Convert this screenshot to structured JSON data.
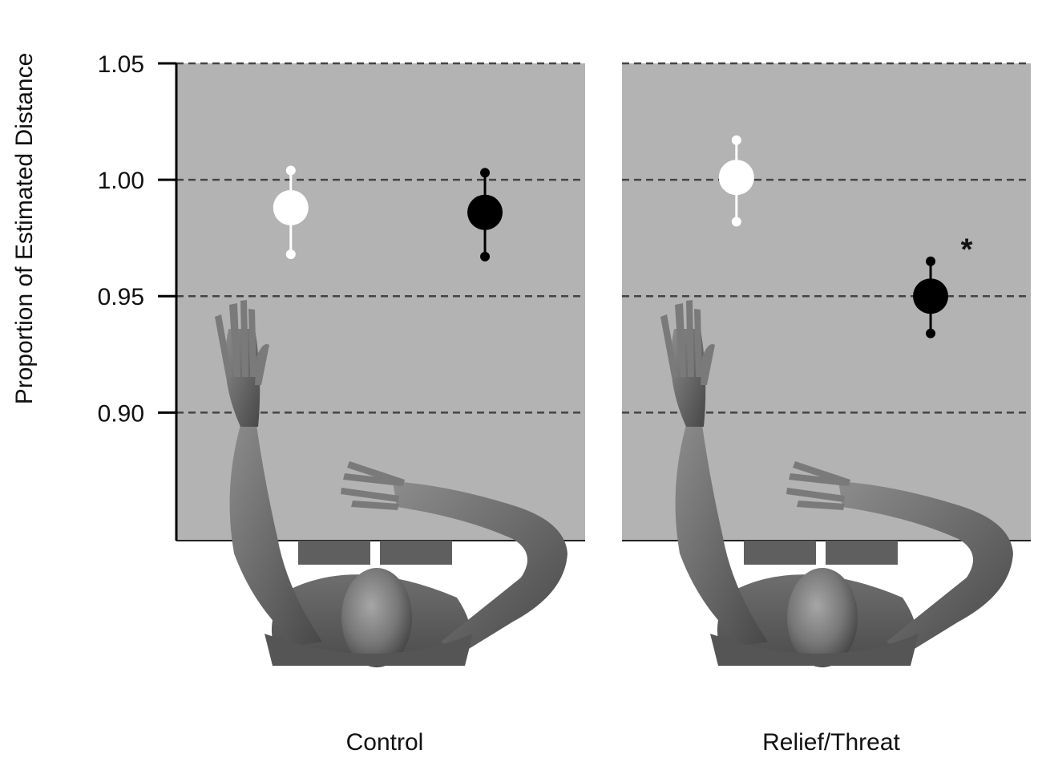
{
  "chart_data": {
    "type": "scatter",
    "ylabel": "Proportion of Estimated Distance",
    "ylim": [
      0.845,
      1.05
    ],
    "yticks": [
      0.9,
      0.95,
      1.0,
      1.05
    ],
    "ytick_labels": [
      "0.90",
      "0.95",
      "1.00",
      "1.05"
    ],
    "grid": "dashed horizontal",
    "panels": [
      {
        "label": "Control",
        "points": [
          {
            "series": "white",
            "color": "#ffffff",
            "mean": 0.988,
            "lower": 0.968,
            "upper": 1.004
          },
          {
            "series": "black",
            "color": "#000000",
            "mean": 0.986,
            "lower": 0.967,
            "upper": 1.003
          }
        ]
      },
      {
        "label": "Relief/Threat",
        "points": [
          {
            "series": "white",
            "color": "#ffffff",
            "mean": 1.001,
            "lower": 0.982,
            "upper": 1.017
          },
          {
            "series": "black",
            "color": "#000000",
            "mean": 0.95,
            "lower": 0.934,
            "upper": 0.965,
            "annotation": "*"
          }
        ]
      }
    ]
  }
}
